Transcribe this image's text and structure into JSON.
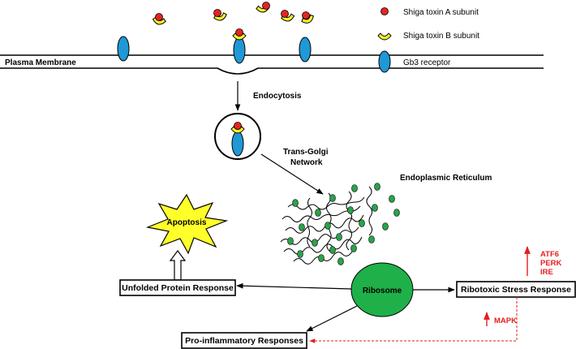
{
  "legend": {
    "items": [
      {
        "label": "Shiga toxin A subunit",
        "icon": "red-circle-icon"
      },
      {
        "label": "Shiga toxin B subunit",
        "icon": "yellow-crescent-icon"
      },
      {
        "label": "Gb3 receptor",
        "icon": "blue-oval-icon"
      }
    ]
  },
  "labels": {
    "plasma_membrane": "Plasma Membrane",
    "endocytosis": "Endocytosis",
    "trans_golgi_line1": "Trans-Golgi",
    "trans_golgi_line2": "Network",
    "er": "Endoplasmic Reticulum",
    "apoptosis": "Apoptosis",
    "ribosome": "Ribosome",
    "upr": "Unfolded Protein Response",
    "rsr": "Ribotoxic Stress Response",
    "proinflam": "Pro-inflammatory Responses",
    "atf6": "ATF6",
    "perk": "PERK",
    "ire": "IRE",
    "mapk": "MAPK"
  },
  "colors": {
    "toxin_a": "#e8231f",
    "toxin_b": "#f5ef2a",
    "receptor": "#1f98d6",
    "ribosome": "#1fb04a",
    "er_dots": "#2aa24a",
    "apoptosis": "#ffff2a",
    "red": "#e41e1e"
  }
}
